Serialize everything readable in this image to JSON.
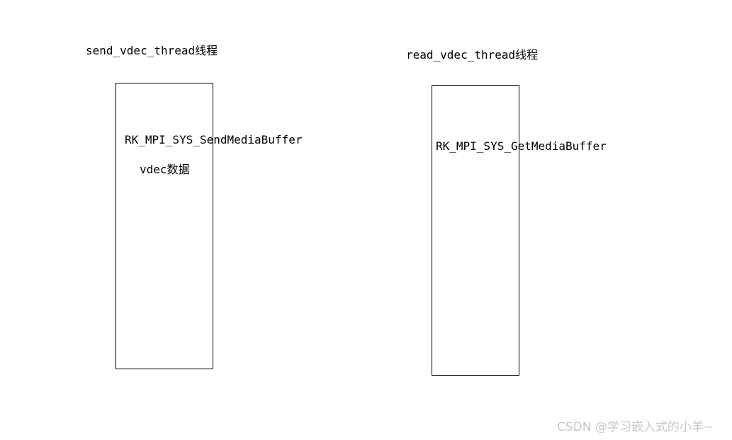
{
  "left_thread": {
    "title": "send_vdec_thread线程",
    "call": "RK_MPI_SYS_SendMediaBuffer",
    "data_label": "vdec数据"
  },
  "right_thread": {
    "title": "read_vdec_thread线程",
    "call": "RK_MPI_SYS_GetMediaBuffer"
  },
  "watermark": "CSDN @学习嵌入式的小羊~",
  "colors": {
    "stroke": "#000000",
    "background": "#ffffff",
    "watermark": "#c8c8c8"
  }
}
